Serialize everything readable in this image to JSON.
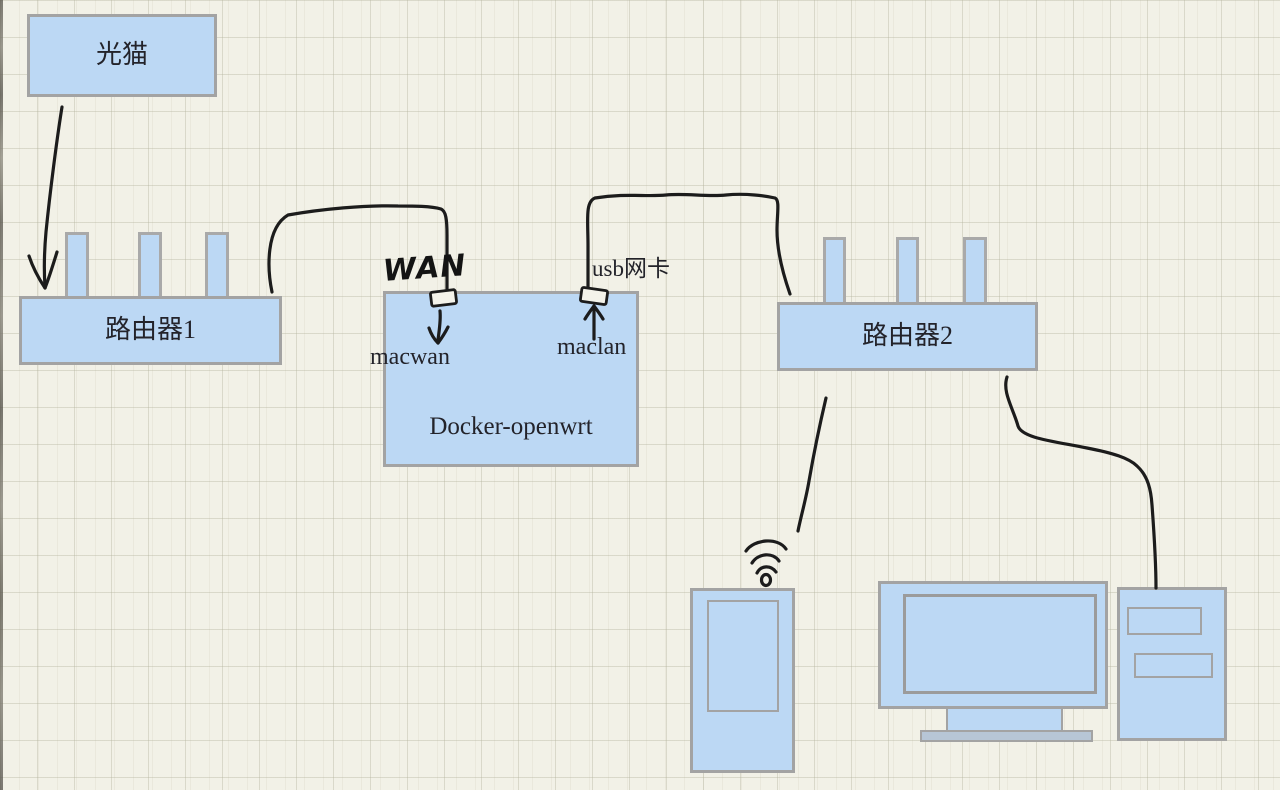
{
  "diagram": {
    "nodes": {
      "modem_label": "光猫",
      "router1_label": "路由器1",
      "docker_label": "Docker-openwrt",
      "router2_label": "路由器2"
    },
    "annotations": {
      "wan": "WAN",
      "macwan": "macwan",
      "maclan": "maclan",
      "usb_nic": "usb网卡"
    },
    "icons": {
      "wifi": "wifi-signal-icon",
      "phone": "phone-device-shape",
      "monitor": "monitor-device-shape",
      "tower": "pc-tower-device-shape"
    },
    "colors": {
      "background": "#f2f1e7",
      "grid_line": "#b5b39e",
      "node_fill": "#bcd8f4",
      "node_border": "#a3a3a3",
      "ink": "#1c1c1c",
      "label_text": "#23232a"
    }
  }
}
